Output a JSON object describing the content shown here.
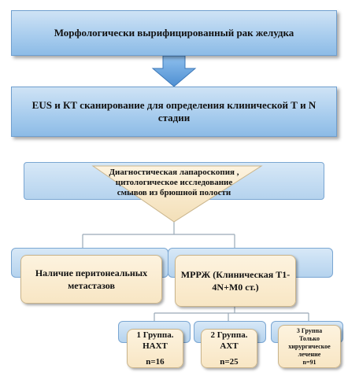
{
  "step1": {
    "text": "Морфологически вырифицированный  рак желудка"
  },
  "step2": {
    "line1": "EUS и КТ  сканирование  для определения  клинической  Т и N",
    "line2": "стадии"
  },
  "lap": {
    "line1": "Диагностическая лапароскопия ,",
    "line2": "цитологическое исследование",
    "line3": "смывов из брюшной полости"
  },
  "left_branch": {
    "line1": "Наличие перитонеальных",
    "line2": "метастазов"
  },
  "right_branch": {
    "line1": "МРРЖ (Клиническая Т1-",
    "line2": "4N+M0 ст.)"
  },
  "groups": [
    {
      "line1": "1 Группа.",
      "line2": "НАХТ",
      "count": "n=16"
    },
    {
      "line1": "2 Группа.",
      "line2": "АХТ",
      "count": "n=25"
    },
    {
      "line1": "3 Группа",
      "line2": "Только",
      "line3": "хирургическое",
      "line4": "лечение",
      "count": "n=91"
    }
  ],
  "colors": {
    "blue_fill": "#a9cdee",
    "arrow": "#6ea9e0",
    "cream_fill": "#f8e6c4",
    "line": "#9aa9b8"
  }
}
